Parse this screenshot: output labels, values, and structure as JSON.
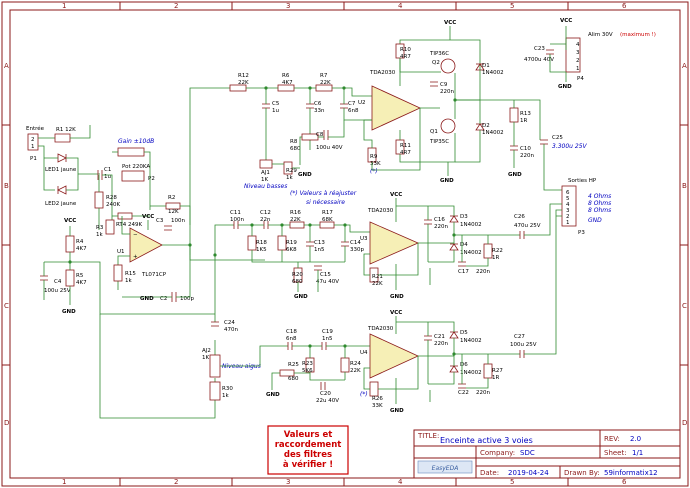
{
  "border": {
    "columns": [
      "1",
      "2",
      "3",
      "4",
      "5",
      "6"
    ],
    "rows": [
      "A",
      "B",
      "C",
      "D"
    ]
  },
  "notes": {
    "gain": "Gain ±10dB",
    "bass_level": "Niveau basses",
    "adjust": "(*) Valeurs à réajuster",
    "adjust2": "si nécessaire",
    "treble_level": "Niveau aigus",
    "alim": "Alim 30V",
    "alim_max": "(maximum !)",
    "outputs": "Sorties HP",
    "ohm1": "4 Ohms",
    "ohm2": "8 Ohms",
    "ohm3": "8 Ohms",
    "gnd_pin": "GND",
    "warning": [
      "Valeurs et",
      "raccordement",
      "des filtres",
      "à vérifier !"
    ]
  },
  "nets": {
    "vcc": "VCC",
    "gnd": "GND"
  },
  "labels": {
    "entree": "Entrée",
    "p1": "P1",
    "r1": "R1 12K",
    "led1": "LED1 jaune",
    "led2": "LED2 jaune",
    "c1": "C1",
    "c1v": "1u",
    "r28": "R28",
    "r28v": "240K",
    "pot": "Pot 220KA",
    "p2": "P2",
    "r3": "R3",
    "r3v": "1k",
    "rt4": "RT4 249K",
    "r2": "R2",
    "r2v": "12K",
    "c3": "C3",
    "c3v": "100n",
    "u1": "U1",
    "tl071": "TL071CP",
    "r15": "R15",
    "r15v": "1k",
    "c2": "C2",
    "c2v": "100p",
    "r4": "R4",
    "r4v": "4K7",
    "r5": "R5",
    "r5v": "4K7",
    "c4": "C4",
    "c4v": "100u 25V",
    "r12": "R12",
    "r12v": "22K",
    "r6": "R6",
    "r6v": "4K7",
    "r7": "R7",
    "r7v": "22K",
    "c5": "C5",
    "c5v": "1u",
    "c6": "C6",
    "c6v": "33n",
    "c7": "C7",
    "c7v": "6n8",
    "r8": "R8",
    "r8v": "680",
    "c8": "C8",
    "c8v": "100u 40V",
    "aj1": "AJ1",
    "aj1v": "1K",
    "r29": "R29",
    "r29v": "1k",
    "tda1": "TDA2030",
    "u2": "U2",
    "r9": "R9",
    "r9v": "33K",
    "r10": "R10",
    "r10v": "4R7",
    "q2": "Q2",
    "tip36": "TIP36C",
    "c9": "C9",
    "c9v": "220n",
    "q1": "Q1",
    "tip35": "TIP35C",
    "r11": "R11",
    "r11v": "4R7",
    "d1": "D1",
    "d1v": "1N4002",
    "d2": "D2",
    "d2v": "1N4002",
    "r13": "R13",
    "r13v": "1R",
    "c10": "C10",
    "c10v": "220n",
    "c25": "C25",
    "c25v": "3.300u 25V",
    "c23": "C23",
    "c23v": "4700u 40V",
    "p4": "P4",
    "c11": "C11",
    "c11v": "100n",
    "c12": "C12",
    "c12v": "22n",
    "r16": "R16",
    "r16v": "22K",
    "r17": "R17",
    "r17v": "68K",
    "r18": "R18",
    "r18v": "1K5",
    "r19": "R19",
    "r19v": "6K8",
    "c13": "C13",
    "c13v": "1n5",
    "c14": "C14",
    "c14v": "330p",
    "r20": "R20",
    "r20v": "680",
    "c15": "C15",
    "c15v": "47u 40V",
    "tda2": "TDA2030",
    "u3": "U3",
    "r21": "R21",
    "r21v": "22K",
    "c16": "C16",
    "c16v": "220n",
    "d3": "D3",
    "d3v": "1N4002",
    "d4": "D4",
    "d4v": "1N4002",
    "r22": "R22",
    "r22v": "1R",
    "c17": "C17",
    "c17v": "220n",
    "c26": "C26",
    "c26v": "470u 25V",
    "p3": "P3",
    "c24": "C24",
    "c24v": "470n",
    "aj2": "AJ2",
    "aj2v": "1K",
    "r30": "R30",
    "r30v": "1k",
    "c18": "C18",
    "c18v": "6n8",
    "c19": "C19",
    "c19v": "1n5",
    "r23": "R23",
    "r23v": "5K6",
    "r24": "R24",
    "r24v": "22K",
    "r25": "R25",
    "r25v": "680",
    "c20": "C20",
    "c20v": "22u 40V",
    "tda3": "TDA2030",
    "u4": "U4",
    "r26": "R26",
    "r26v": "33K",
    "c21": "C21",
    "c21v": "220n",
    "d5": "D5",
    "d5v": "1N4002",
    "d6": "D6",
    "d6v": "1N4002",
    "r27": "R27",
    "r27v": "1R",
    "c22": "C22",
    "c22v": "220n",
    "c27": "C27",
    "c27v": "100u 25V",
    "star": "(*)"
  },
  "title_block": {
    "title_label": "TITLE:",
    "title": "Enceinte active 3 voies",
    "rev_label": "REV:",
    "rev": "2.0",
    "company_label": "Company:",
    "company": "SDC",
    "sheet_label": "Sheet:",
    "sheet": "1/1",
    "date_label": "Date:",
    "date": "2019-04-24",
    "drawn_label": "Drawn By:",
    "drawn_by": "59informatix12",
    "logo": "EasyEDA"
  }
}
